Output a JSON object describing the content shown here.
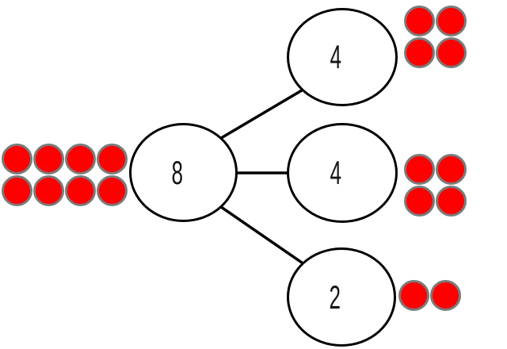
{
  "diagram": {
    "kind": "number-bond",
    "whole": {
      "label": "8",
      "dots": {
        "count": 8,
        "rows": 2,
        "cols": 4
      }
    },
    "parts": [
      {
        "label": "4",
        "dots": {
          "count": 4,
          "rows": 2,
          "cols": 2
        }
      },
      {
        "label": "4",
        "dots": {
          "count": 4,
          "rows": 2,
          "cols": 2
        }
      },
      {
        "label": "2",
        "dots": {
          "count": 2,
          "rows": 1,
          "cols": 2
        }
      }
    ],
    "colors": {
      "dot_fill": "#fe0000",
      "dot_border": "#7a7a7a",
      "line": "#000000",
      "circle_fill": "#ffffff",
      "background": "#ffffff"
    }
  }
}
